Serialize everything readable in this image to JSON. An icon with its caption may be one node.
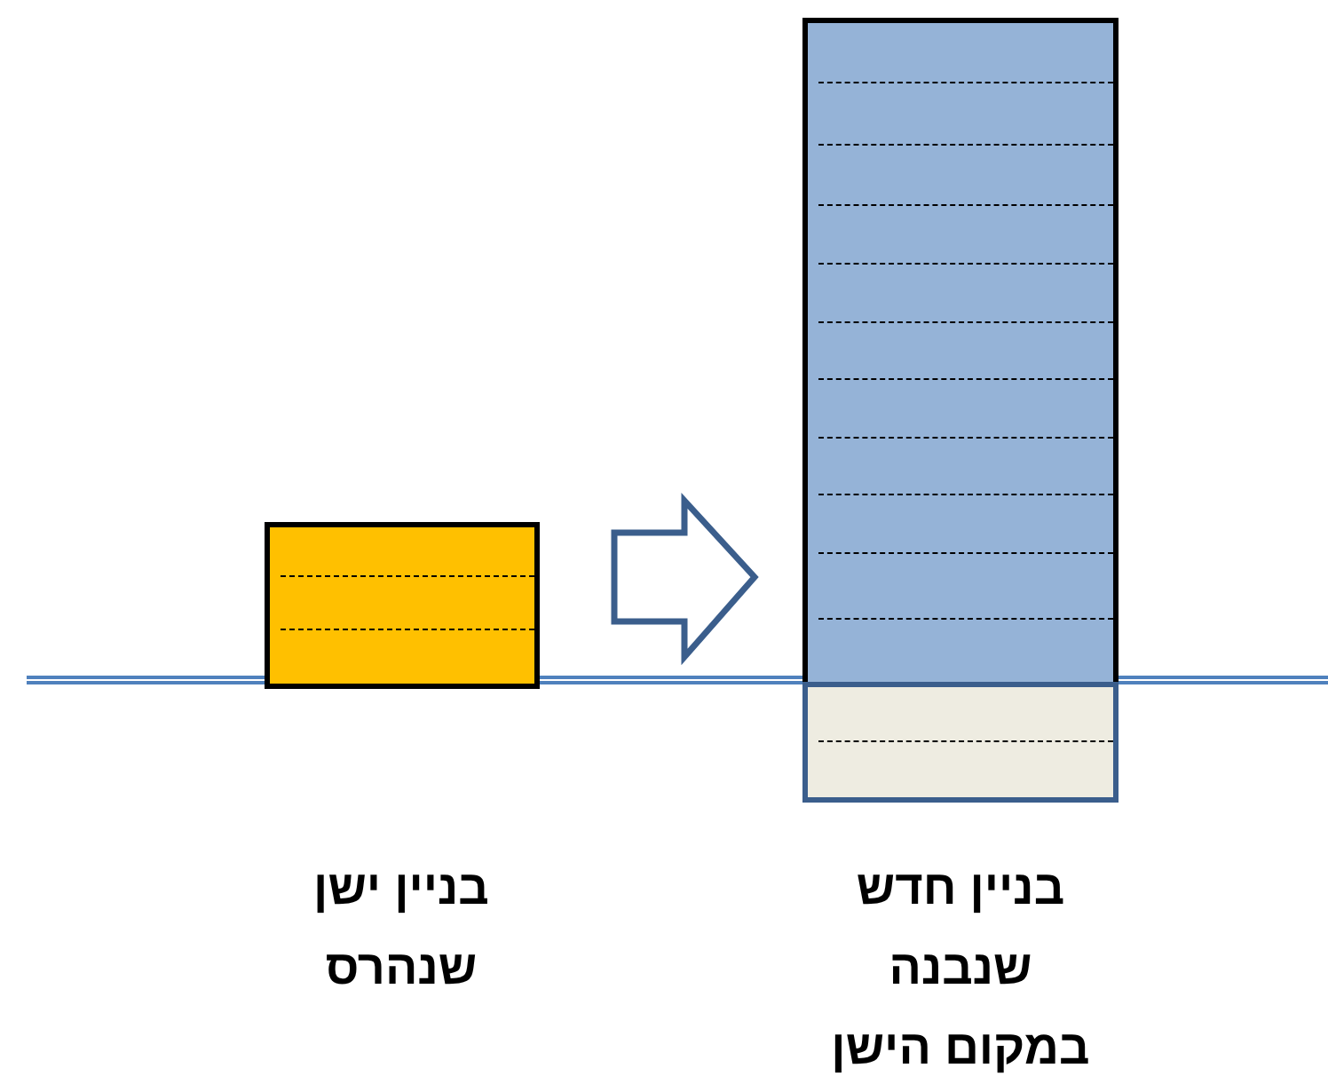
{
  "diagram": {
    "nodes": [
      {
        "text": [],
        "shape": "box",
        "beside": [
          "בניין ישן שנהרס"
        ]
      },
      {
        "text": [],
        "shape": "box"
      },
      {
        "text": [],
        "shape": "box"
      }
    ],
    "edges": [
      {
        "from": 0,
        "to": 1,
        "arrow": "to"
      }
    ],
    "labels": [
      "בניין חדש שנבנה במקום הישן"
    ]
  }
}
